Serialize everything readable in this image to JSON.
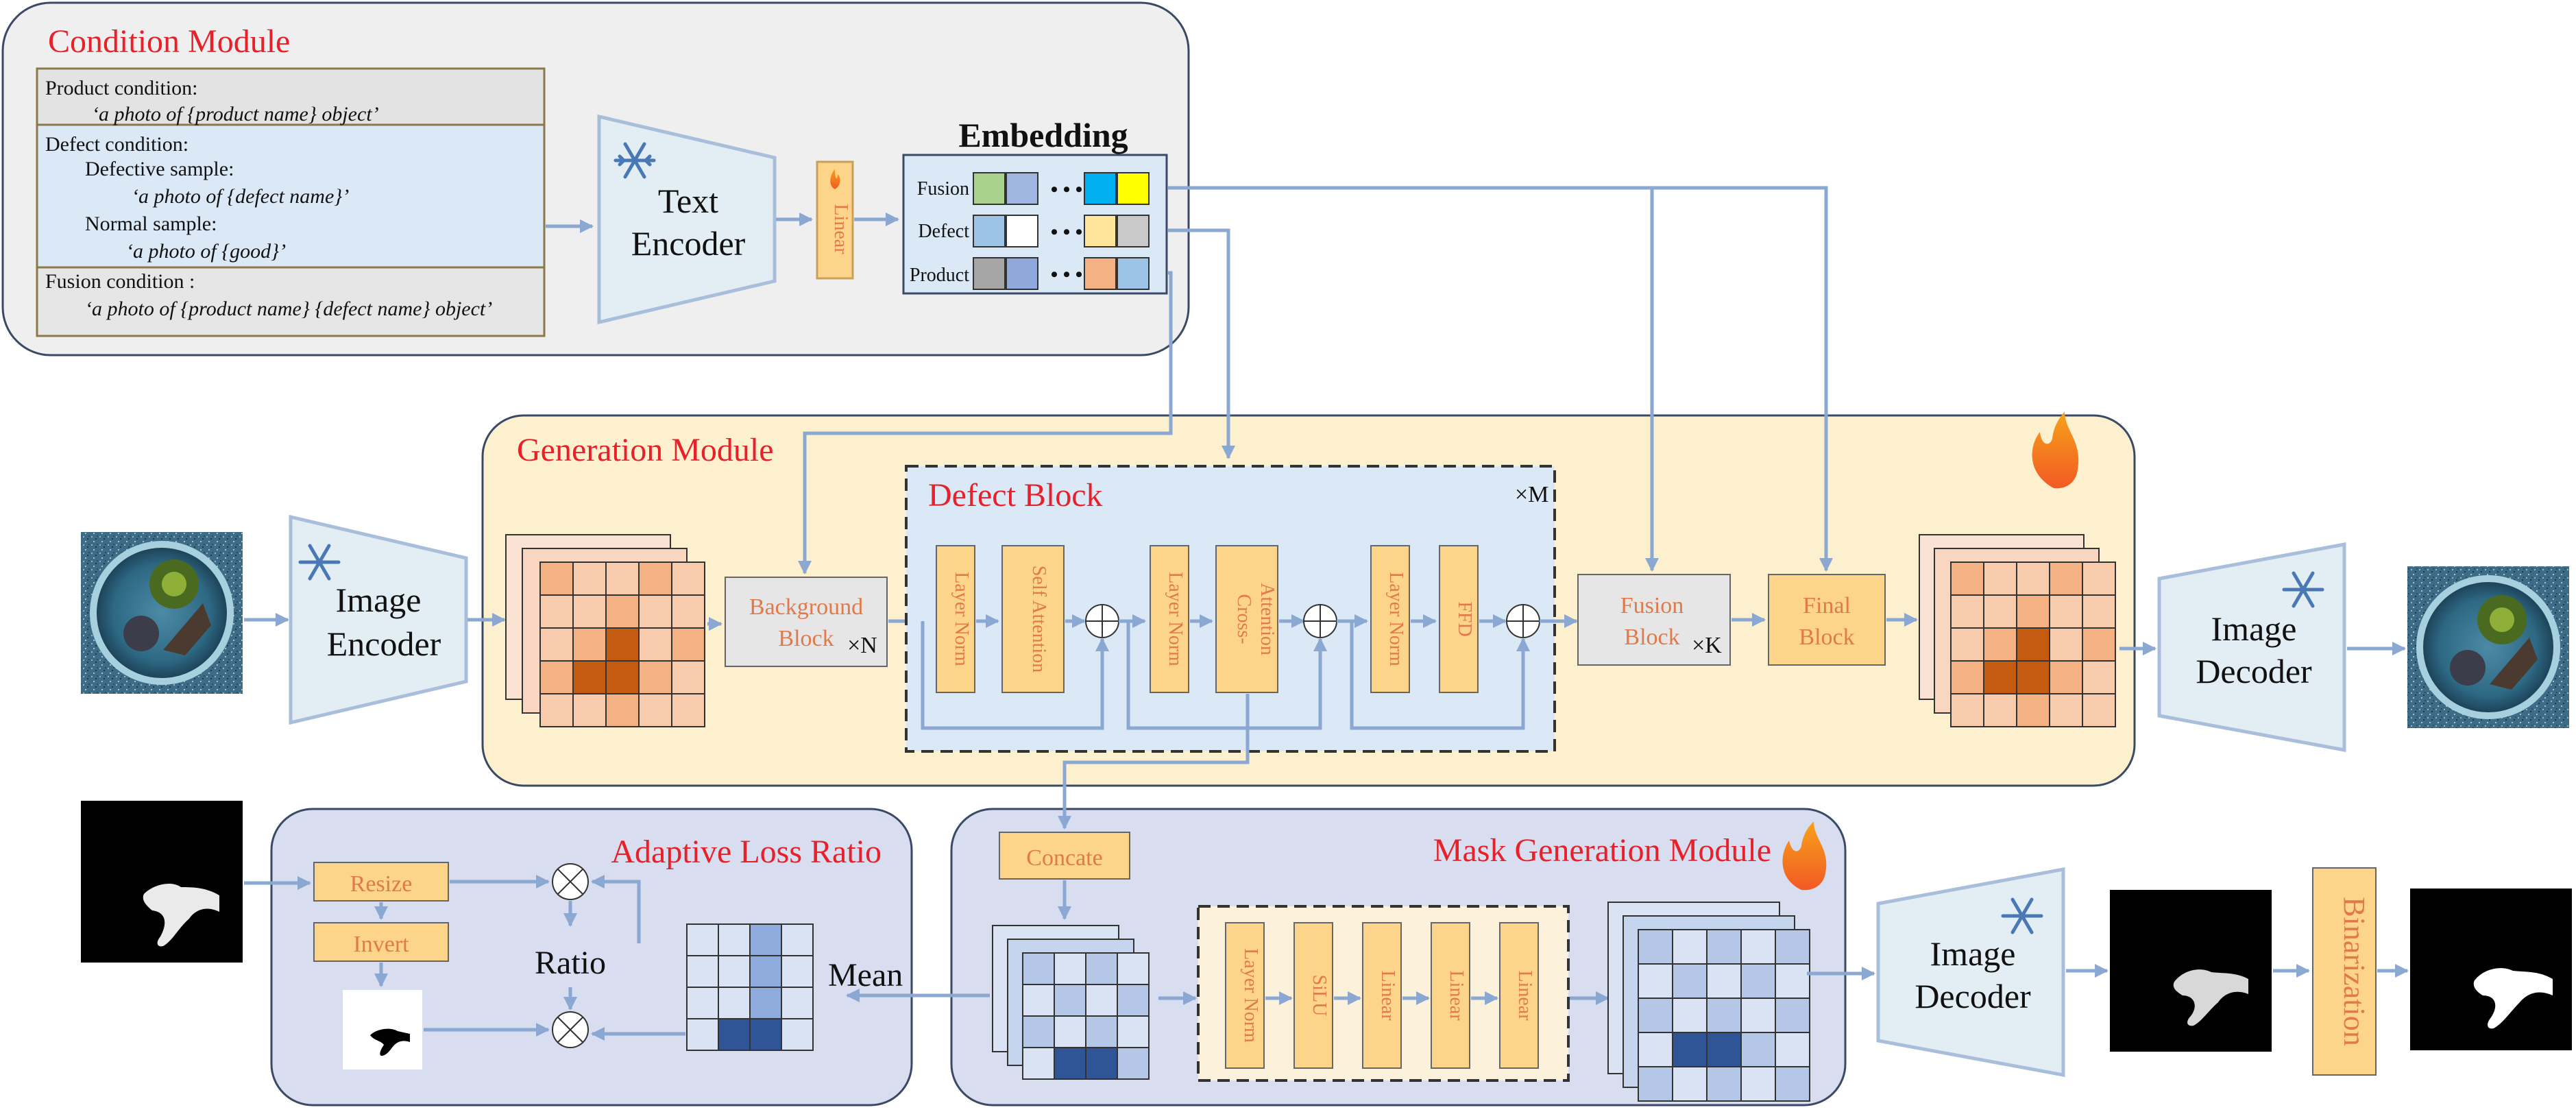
{
  "condition_module": {
    "title": "Condition Module",
    "product_condition_label": "Product condition:",
    "product_condition_prompt": "‘a photo of {product name} object’",
    "defect_condition_label": "Defect condition:",
    "defective_sample_label": "Defective sample:",
    "defective_sample_prompt": "‘a photo of {defect name}’",
    "normal_sample_label": "Normal sample:",
    "normal_sample_prompt": "‘a photo of {good}’",
    "fusion_condition_label": "Fusion condition :",
    "fusion_condition_prompt": "‘a photo of {product name} {defect name} object’",
    "text_encoder_line1": "Text",
    "text_encoder_line2": "Encoder",
    "linear_label": "Linear",
    "embedding_title": "Embedding",
    "embedding_rows": [
      "Fusion",
      "Defect",
      "Product"
    ],
    "embedding_dots": "• • •"
  },
  "generation_module": {
    "title": "Generation Module",
    "image_encoder_line1": "Image",
    "image_encoder_line2": "Encoder",
    "background_block_line1": "Background",
    "background_block_line2": "Block",
    "background_repeat": "×N",
    "defect_block_title": "Defect Block",
    "defect_block_repeat": "×M",
    "layer_norm": "Layer Norm",
    "self_attention": "Self Attention",
    "cross_attention_line1": "Cross-",
    "cross_attention_line2": "Attention",
    "ffd": "FFD",
    "fusion_block_line1": "Fusion",
    "fusion_block_line2": "Block",
    "fusion_repeat": "×K",
    "final_block_line1": "Final",
    "final_block_line2": "Block",
    "image_decoder_line1": "Image",
    "image_decoder_line2": "Decoder"
  },
  "adaptive_loss": {
    "title": "Adaptive Loss Ratio",
    "resize": "Resize",
    "invert": "Invert",
    "ratio": "Ratio",
    "mean": "Mean"
  },
  "mask_generation": {
    "title": "Mask Generation Module",
    "concate": "Concate",
    "layers": [
      "Layer Norm",
      "SiLU",
      "Linear",
      "Linear",
      "Linear"
    ],
    "image_decoder_line1": "Image",
    "image_decoder_line2": "Decoder",
    "binarization": "Binarization"
  },
  "colors": {
    "title_red": "#e8202a",
    "block_orange": "#fcd58a",
    "block_text": "#e07a4a",
    "flow_blue": "#8aa8d2",
    "generation_bg": "#fdf0cf",
    "adaptive_bg": "#d8ddef",
    "defect_bg": "#dbe8f5",
    "condition_bg": "#efefef"
  }
}
